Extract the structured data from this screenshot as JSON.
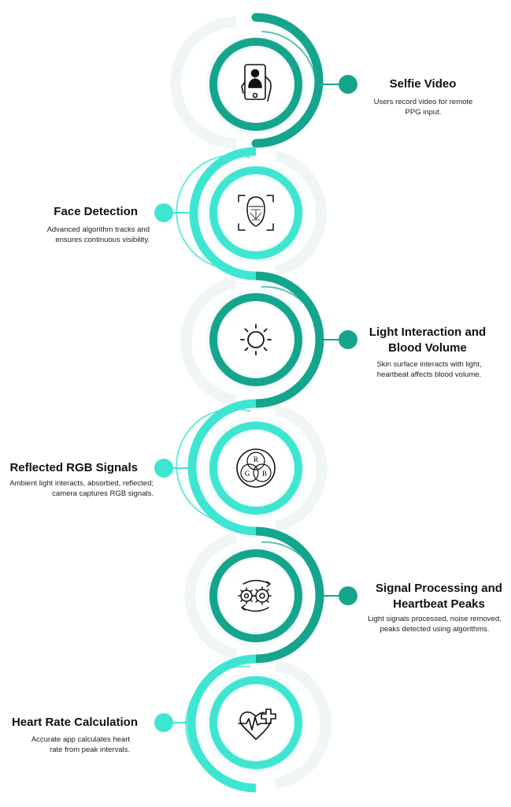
{
  "steps": [
    {
      "title": "Selfie Video",
      "description": "Users record video for remote PPG input.",
      "icon": "smartphone-selfie-icon",
      "color": "#15a58d"
    },
    {
      "title": "Face Detection",
      "description": "Advanced algorithm tracks and ensures continuous visibility.",
      "icon": "face-scan-icon",
      "color": "#3ee6d2"
    },
    {
      "title": "Light Interaction and Blood Volume",
      "description": "Skin surface interacts with light, heartbeat affects blood volume.",
      "icon": "sun-icon",
      "color": "#15a58d"
    },
    {
      "title": "Reflected RGB Signals",
      "description": "Ambient light interacts, absorbed, reflected; camera captures RGB signals.",
      "icon": "rgb-venn-icon",
      "color": "#3ee6d2",
      "venn_labels": [
        "R",
        "G",
        "B"
      ]
    },
    {
      "title": "Signal Processing and Heartbeat Peaks",
      "description": "Light signals processed, noise removed, peaks detected using algorithms.",
      "icon": "gears-cycle-icon",
      "color": "#15a58d"
    },
    {
      "title": "Heart Rate Calculation",
      "description": "Accurate app calculates heart rate from peak intervals.",
      "icon": "heart-pulse-icon",
      "color": "#3ee6d2"
    }
  ]
}
